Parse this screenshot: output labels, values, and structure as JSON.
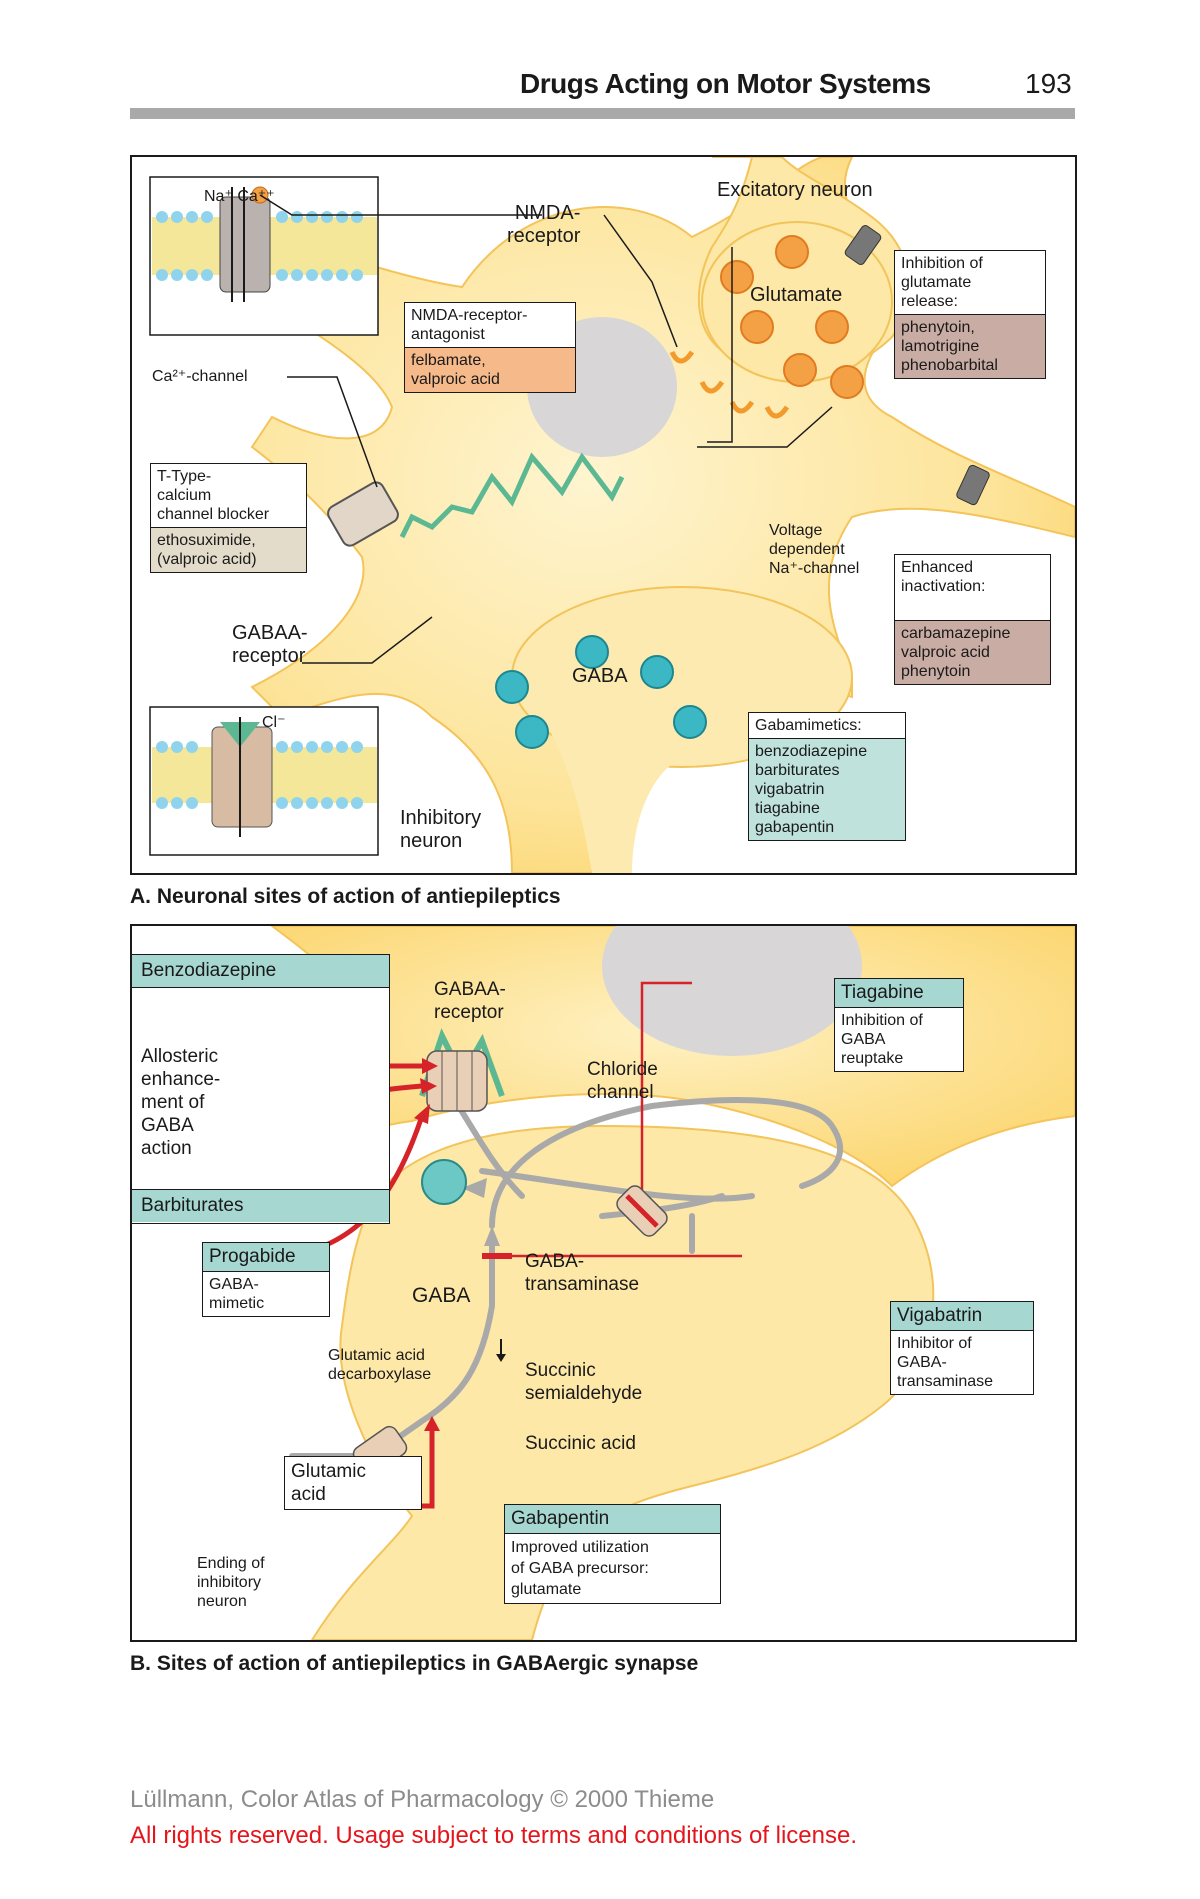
{
  "header": {
    "title": "Drugs Acting on Motor Systems",
    "page_number": "193"
  },
  "panel_a": {
    "caption": "A. Neuronal sites of action of antiepileptics",
    "ion_label": "Na⁺ Ca⁺⁺",
    "nmda_receptor_label": "NMDA-\nreceptor",
    "excitatory_neuron_label": "Excitatory neuron",
    "glutamate_label": "Glutamate",
    "nmda_box": {
      "head": "NMDA-receptor-\nantagonist",
      "body": "felbamate,\nvalproic acid"
    },
    "glutamate_release_box": {
      "head": "Inhibition of\nglutamate\nrelease:",
      "body": "phenytoin,\nlamotrigine\nphenobarbital"
    },
    "ca_channel_label": "Ca²⁺-channel",
    "t_type_box": {
      "head": "T-Type-\ncalcium\nchannel blocker",
      "body": "ethosuximide,\n(valproic acid)"
    },
    "na_channel_label": "Voltage\ndependent\nNa⁺-channel",
    "inactivation_box": {
      "head": "Enhanced\ninactivation:",
      "body": "carbamazepine\nvalproic acid\nphenytoin"
    },
    "gaba_a_receptor_label": "GABAA-\nreceptor",
    "gaba_label": "GABA",
    "cl_label": "Cl⁻",
    "inhibitory_neuron_label": "Inhibitory\nneuron",
    "gabamimetics_box": {
      "head": "Gabamimetics:",
      "body": "benzodiazepine\nbarbiturates\nvigabatrin\ntiagabine\ngabapentin"
    }
  },
  "panel_b": {
    "caption": "B. Sites of action of antiepileptics in GABAergic synapse",
    "benzodiazepine_label": "Benzodiazepine",
    "allosteric_label": "Allosteric\nenhance-\nment of\nGABA\naction",
    "barbiturates_label": "Barbiturates",
    "gaba_a_receptor_label": "GABAA-\nreceptor",
    "chloride_channel_label": "Chloride\nchannel",
    "tiagabine_box": {
      "head": "Tiagabine",
      "body": "Inhibition of\nGABA\nreuptake"
    },
    "progabide_box": {
      "head": "Progabide",
      "body": "GABA-\nmimetic"
    },
    "gaba_label": "GABA",
    "gaba_transaminase_label": "GABA-\ntransaminase",
    "vigabatrin_box": {
      "head": "Vigabatrin",
      "body": "Inhibitor of\nGABA-\ntransaminase"
    },
    "glutamic_decarboxylase_label": "Glutamic acid\ndecarboxylase",
    "succinic_semialdehyde_label": "Succinic\nsemialdehyde",
    "succinic_acid_label": "Succinic acid",
    "glutamic_acid_label": "Glutamic\nacid",
    "gabapentin_box": {
      "head": "Gabapentin",
      "body": "Improved utilization\nof GABA precursor:\nglutamate"
    },
    "ending_label": "Ending of\ninhibitory\nneuron"
  },
  "footer": {
    "copyright": "Lüllmann, Color Atlas of Pharmacology © 2000 Thieme",
    "rights": "All rights reserved. Usage subject to terms and conditions of license."
  },
  "colors": {
    "neuron_fill": "#fdd97a",
    "neuron_light": "#fef1c3",
    "arrow_red": "#d6232a",
    "pathway_gray": "#a9a9a9",
    "receptor_green": "#5cb892",
    "glutamate_vesicle": "#f4a146",
    "gaba_vesicle": "#3bb8c4",
    "footer_red": "#e4161c"
  }
}
